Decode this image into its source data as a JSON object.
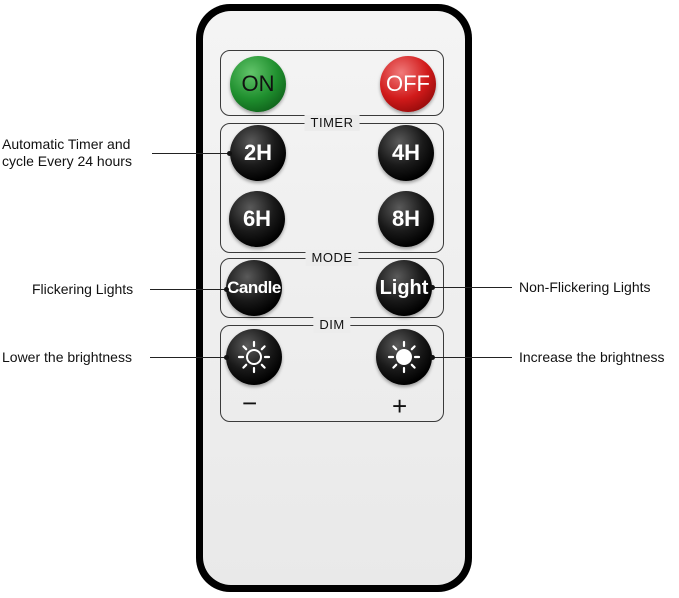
{
  "remote": {
    "power": {
      "on_label": "ON",
      "off_label": "OFF"
    },
    "timer": {
      "section_label": "TIMER",
      "buttons": [
        "2H",
        "4H",
        "6H",
        "8H"
      ]
    },
    "mode": {
      "section_label": "MODE",
      "candle_label": "Candle",
      "light_label": "Light"
    },
    "dim": {
      "section_label": "DIM",
      "minus_symbol": "−",
      "plus_symbol": "+"
    }
  },
  "callouts": {
    "timer_line1": "Automatic Timer and",
    "timer_line2": "cycle Every 24 hours",
    "flickering": "Flickering Lights",
    "non_flickering": "Non-Flickering Lights",
    "lower": "Lower the brightness",
    "increase": "Increase the brightness"
  },
  "colors": {
    "on_button": "#1f8f2e",
    "off_button": "#d11a1a",
    "button_black": "#111111",
    "remote_body": "#000000",
    "remote_face": "#ececec"
  }
}
